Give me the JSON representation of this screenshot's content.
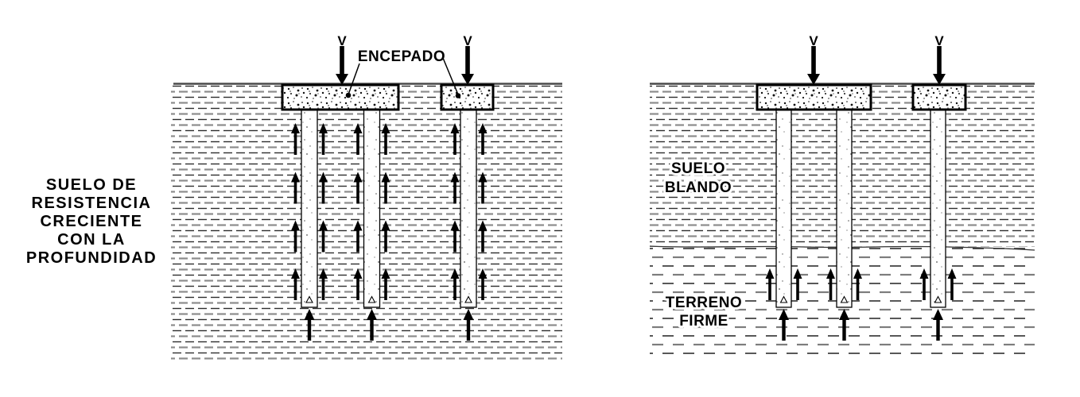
{
  "figure": {
    "left_diagram": {
      "type": "friction-piles",
      "soil_label": [
        "SUELO DE",
        "RESISTENCIA",
        "CRECIENTE",
        "CON LA",
        "PROFUNDIDAD"
      ],
      "cap_label": "ENCEPADO",
      "load_labels": [
        "V",
        "V"
      ]
    },
    "right_diagram": {
      "type": "end-bearing-piles",
      "soft_soil_label": [
        "SUELO",
        "BLANDO"
      ],
      "firm_soil_label": [
        "TERRENO",
        "FIRME"
      ],
      "load_labels": [
        "V",
        "V"
      ]
    },
    "colors": {
      "ink": "#000000",
      "soft_dash_gray": "#8c8c8c",
      "soft_dash_dark": "#2e2e2e",
      "firm_dash_dark": "#2e2e2e",
      "firm_dash_gray": "#7d7d7d",
      "surface_line": "#4a4a4a",
      "background": "#ffffff"
    }
  }
}
